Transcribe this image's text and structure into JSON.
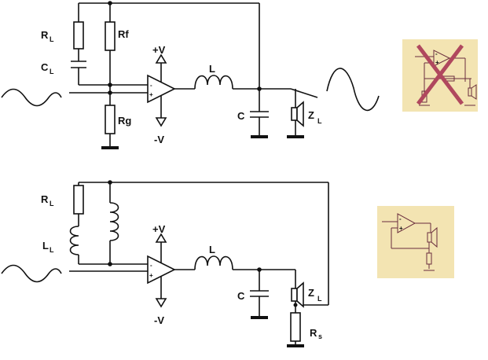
{
  "top_circuit": {
    "labels": {
      "rl": "R",
      "rl_sub": "L",
      "cl": "C",
      "cl_sub": "L",
      "rf": "Rf",
      "rg": "Rg",
      "vplus": "+V",
      "vminus": "-V",
      "op_minus": "-",
      "op_plus": "+",
      "inductor": "L",
      "cap": "C",
      "zl": "Z",
      "zl_sub": "L"
    }
  },
  "bottom_circuit": {
    "labels": {
      "rl": "R",
      "rl_sub": "L",
      "ll": "L",
      "ll_sub": "L",
      "vplus": "+V",
      "vminus": "-V",
      "op_minus": "-",
      "op_plus": "+",
      "inductor": "L",
      "cap": "C",
      "zl": "Z",
      "zl_sub": "L",
      "rs": "R",
      "rs_sub": "s"
    }
  },
  "thumbnails": {
    "bad": {
      "mark": "rejected-cross",
      "op_minus": "-",
      "op_plus": "+"
    },
    "good": {
      "op_minus": "-",
      "op_plus": "+"
    }
  },
  "colors": {
    "wire": "#111111",
    "thumb_bg": "#f3e4b2",
    "cross": "#b0485e",
    "thumb_wire": "#6a2d3d"
  }
}
